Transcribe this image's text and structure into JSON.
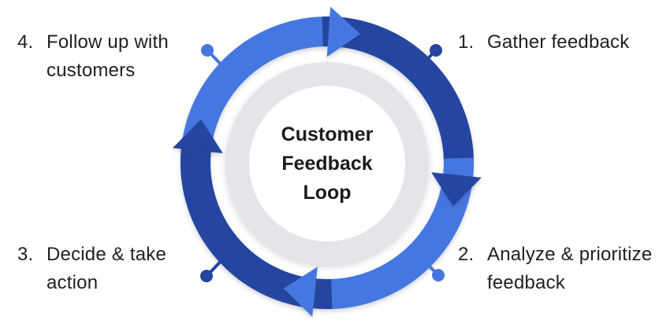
{
  "diagram": {
    "title": "Customer Feedback Loop",
    "center_title": {
      "lines": [
        "Customer",
        "Feedback",
        "Loop"
      ]
    },
    "steps": [
      {
        "number": "1.",
        "label": "Gather feedback",
        "lines": [
          "Gather feedback"
        ],
        "position": "top-right",
        "dot_color_name": "dark-blue"
      },
      {
        "number": "2.",
        "label": "Analyze & prioritize feedback",
        "lines": [
          "Analyze & prioritize",
          "feedback"
        ],
        "position": "bottom-right",
        "dot_color_name": "light-blue"
      },
      {
        "number": "3.",
        "label": "Decide & take action",
        "lines": [
          "Decide & take",
          "action"
        ],
        "position": "bottom-left",
        "dot_color_name": "dark-blue"
      },
      {
        "number": "4.",
        "label": "Follow up with customers",
        "lines": [
          "Follow up with",
          "customers"
        ],
        "position": "top-left",
        "dot_color_name": "light-blue"
      }
    ],
    "colors": {
      "light_blue": "#4677E0",
      "dark_blue": "#2546A0",
      "ring_gray": "#E3E5E8",
      "inner_white": "#FFFFFF",
      "text": "#202124",
      "background": "#FFFFFF"
    }
  }
}
